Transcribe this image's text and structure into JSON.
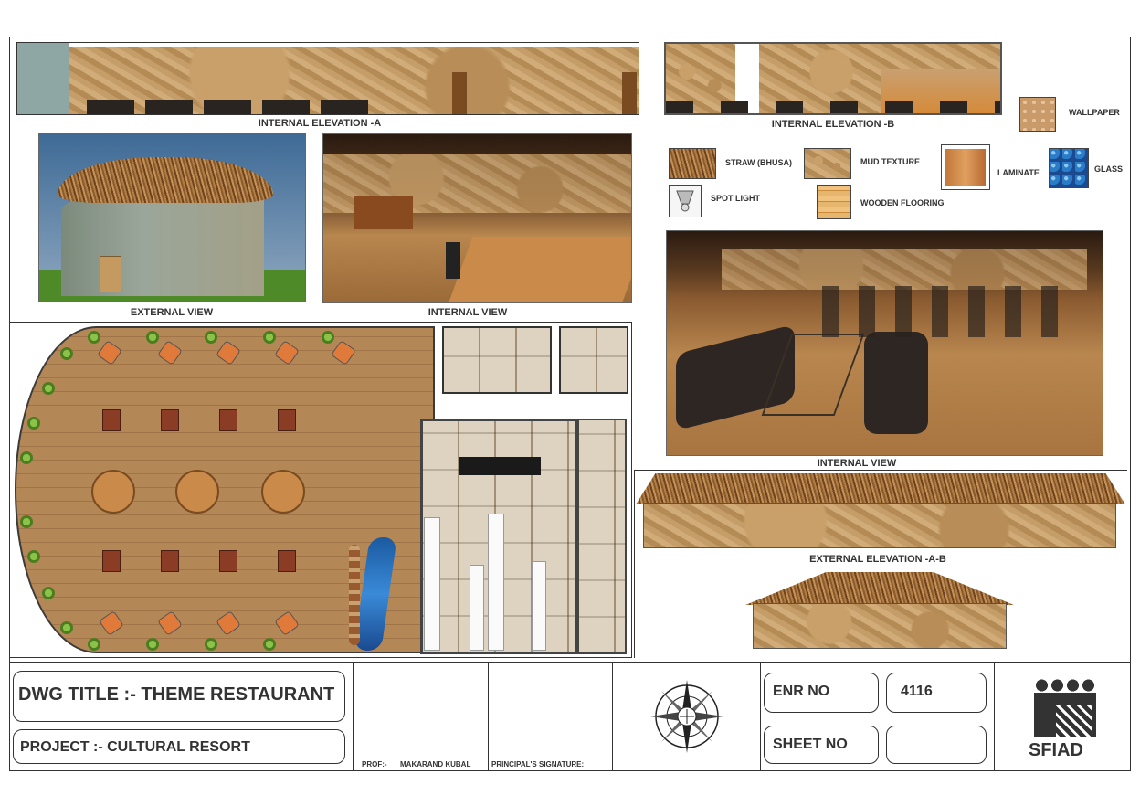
{
  "drawing": {
    "captions": {
      "int_elev_a": "INTERNAL ELEVATION -A",
      "int_elev_b": "INTERNAL ELEVATION -B",
      "external_view": "EXTERNAL VIEW",
      "internal_view_1": "INTERNAL VIEW",
      "internal_view_2": "INTERNAL VIEW",
      "ext_elev_ab": "EXTERNAL ELEVATION -A-B"
    },
    "legend": [
      {
        "label": "WALLPAPER",
        "icon": "wallpaper-swatch"
      },
      {
        "label": "STRAW (BHUSA)",
        "icon": "straw-swatch"
      },
      {
        "label": "MUD TEXTURE",
        "icon": "mud-swatch"
      },
      {
        "label": "LAMINATE",
        "icon": "laminate-swatch"
      },
      {
        "label": "GLASS",
        "icon": "glass-swatch"
      },
      {
        "label": "SPOT LIGHT",
        "icon": "spotlight-icon"
      },
      {
        "label": "WOODEN FLOORING",
        "icon": "wood-swatch"
      }
    ]
  },
  "title_block": {
    "dwg_title": "DWG TITLE :- THEME RESTAURANT",
    "project": "PROJECT :-  CULTURAL RESORT",
    "prof_label": "PROF:-",
    "prof_name": "MAKARAND KUBAL",
    "principal": "PRINCIPAL'S SIGNATURE:",
    "enr_label": "ENR NO",
    "enr_value": "4116",
    "sheet_label": "SHEET NO",
    "sheet_value": "",
    "logo_text": "SFIAD"
  },
  "colors": {
    "border": "#333333",
    "straw": "#a8743c",
    "mud": "#c59d69",
    "glass": "#2a7bc8",
    "grass": "#5a9a2a",
    "sky": "#5a7fa8"
  }
}
